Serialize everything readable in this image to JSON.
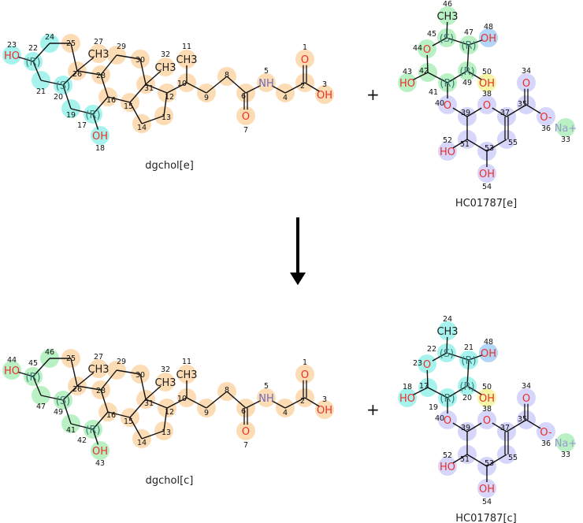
{
  "reaction": {
    "plus_sign": "+",
    "arrow": "reaction-arrow",
    "reactants": [
      "dgchol[e]",
      "HC01787[e]"
    ],
    "products": [
      "dgchol[c]",
      "HC01787[c]"
    ]
  },
  "palette": {
    "orange": "#fcdcb4",
    "cyan": "#a6f3ee",
    "green": "#b9f1c4",
    "lavender": "#d6d6fb",
    "blue": "#b3d6f7",
    "yellow": "#f6f6a8",
    "oxygen": "#e8302a",
    "nitrogen": "#6a6ab8",
    "sodium": "#9a9ad0",
    "stereo": "#3a7f7a"
  },
  "molecules": [
    {
      "name": "dgchol[e]",
      "template": "steroid",
      "atoms": [
        {
          "num": "23",
          "label": "HO",
          "color": "cyan"
        },
        {
          "num": "22",
          "stereo": "(R)",
          "color": "cyan"
        },
        {
          "num": "24",
          "color": "cyan"
        },
        {
          "num": "25",
          "color": "orange"
        },
        {
          "num": "26",
          "color": "orange"
        },
        {
          "num": "27",
          "label": "CH3",
          "color": "orange"
        },
        {
          "num": "28",
          "color": "orange"
        },
        {
          "num": "29",
          "color": "orange"
        },
        {
          "num": "30",
          "color": "orange"
        },
        {
          "num": "31",
          "color": "orange"
        },
        {
          "num": "32",
          "label": "CH3",
          "color": "orange"
        },
        {
          "num": "10",
          "color": "orange"
        },
        {
          "num": "11",
          "label": "CH3",
          "color": "orange"
        },
        {
          "num": "12",
          "color": "orange"
        },
        {
          "num": "13",
          "color": "orange"
        },
        {
          "num": "14",
          "color": "orange"
        },
        {
          "num": "15",
          "color": "orange"
        },
        {
          "num": "16",
          "color": "orange"
        },
        {
          "num": "17",
          "stereo": "(R)",
          "color": "cyan"
        },
        {
          "num": "18",
          "label": "OH",
          "color": "cyan"
        },
        {
          "num": "19",
          "color": "cyan"
        },
        {
          "num": "20",
          "stereo": "(S)",
          "color": "cyan"
        },
        {
          "num": "21",
          "color": "cyan"
        },
        {
          "num": "9",
          "color": "orange"
        },
        {
          "num": "8",
          "color": "orange"
        },
        {
          "num": "6",
          "color": "orange"
        },
        {
          "num": "7",
          "label": "O",
          "color": "orange"
        },
        {
          "num": "5",
          "label": "NH",
          "color": "orange"
        },
        {
          "num": "4",
          "color": "orange"
        },
        {
          "num": "2",
          "color": "orange"
        },
        {
          "num": "1",
          "label": "O",
          "color": "orange"
        },
        {
          "num": "3",
          "label": "OH",
          "color": "orange"
        }
      ]
    },
    {
      "name": "HC01787[e]",
      "template": "sugar",
      "atoms": [
        {
          "num": "46",
          "label": "CH3",
          "color": "green"
        },
        {
          "num": "45",
          "stereo": "(S)",
          "color": "green"
        },
        {
          "num": "47",
          "stereo": "(R)",
          "color": "green"
        },
        {
          "num": "48",
          "label": "OH",
          "color": "blue"
        },
        {
          "num": "49",
          "stereo": "(R)",
          "color": "green"
        },
        {
          "num": "50",
          "label": "OH",
          "color": "yellow"
        },
        {
          "num": "41",
          "stereo": "(R)",
          "color": "green"
        },
        {
          "num": "42",
          "color": "green"
        },
        {
          "num": "43",
          "label": "HO",
          "color": "green"
        },
        {
          "num": "44",
          "label": "O",
          "color": "green"
        },
        {
          "num": "40",
          "label": "O",
          "color": "lavender"
        },
        {
          "num": "39",
          "color": "lavender"
        },
        {
          "num": "38",
          "label": "O",
          "color": "lavender"
        },
        {
          "num": "37",
          "color": "lavender"
        },
        {
          "num": "35",
          "color": "lavender"
        },
        {
          "num": "34",
          "label": "O",
          "color": "lavender"
        },
        {
          "num": "36",
          "label": "O-",
          "color": "lavender"
        },
        {
          "num": "33",
          "label": "Na+",
          "color": "green"
        },
        {
          "num": "55",
          "color": "lavender"
        },
        {
          "num": "53",
          "color": "lavender"
        },
        {
          "num": "54",
          "label": "OH",
          "color": "lavender"
        },
        {
          "num": "51",
          "color": "lavender"
        },
        {
          "num": "52",
          "label": "HO",
          "color": "lavender"
        }
      ]
    },
    {
      "name": "dgchol[c]",
      "template": "steroid",
      "atoms": [
        {
          "num": "44",
          "label": "HO",
          "color": "green"
        },
        {
          "num": "45",
          "stereo": "(R)",
          "color": "green"
        },
        {
          "num": "46",
          "color": "green"
        },
        {
          "num": "25",
          "color": "orange"
        },
        {
          "num": "26",
          "color": "orange"
        },
        {
          "num": "27",
          "label": "CH3",
          "color": "orange"
        },
        {
          "num": "28",
          "color": "orange"
        },
        {
          "num": "29",
          "color": "orange"
        },
        {
          "num": "30",
          "color": "orange"
        },
        {
          "num": "31",
          "color": "orange"
        },
        {
          "num": "32",
          "label": "CH3",
          "color": "orange"
        },
        {
          "num": "10",
          "color": "orange"
        },
        {
          "num": "11",
          "label": "CH3",
          "color": "orange"
        },
        {
          "num": "12",
          "color": "orange"
        },
        {
          "num": "13",
          "color": "orange"
        },
        {
          "num": "14",
          "color": "orange"
        },
        {
          "num": "15",
          "color": "orange"
        },
        {
          "num": "16",
          "color": "orange"
        },
        {
          "num": "42",
          "stereo": "(R)",
          "color": "green"
        },
        {
          "num": "43",
          "label": "OH",
          "color": "green"
        },
        {
          "num": "41",
          "color": "green"
        },
        {
          "num": "49",
          "stereo": "(S)",
          "color": "green"
        },
        {
          "num": "47",
          "color": "green"
        },
        {
          "num": "9",
          "color": "orange"
        },
        {
          "num": "8",
          "color": "orange"
        },
        {
          "num": "6",
          "color": "orange"
        },
        {
          "num": "7",
          "label": "O",
          "color": "orange"
        },
        {
          "num": "5",
          "label": "NH",
          "color": "orange"
        },
        {
          "num": "4",
          "color": "orange"
        },
        {
          "num": "2",
          "color": "orange"
        },
        {
          "num": "1",
          "label": "O",
          "color": "orange"
        },
        {
          "num": "3",
          "label": "OH",
          "color": "orange"
        }
      ]
    },
    {
      "name": "HC01787[c]",
      "template": "sugar",
      "atoms": [
        {
          "num": "24",
          "label": "CH3",
          "color": "cyan"
        },
        {
          "num": "22",
          "stereo": "(S)",
          "color": "cyan"
        },
        {
          "num": "21",
          "stereo": "(R)",
          "color": "cyan"
        },
        {
          "num": "48",
          "label": "OH",
          "color": "blue"
        },
        {
          "num": "20",
          "stereo": "(R)",
          "color": "cyan"
        },
        {
          "num": "50",
          "label": "OH",
          "color": "yellow"
        },
        {
          "num": "19",
          "stereo": "(R)",
          "color": "cyan"
        },
        {
          "num": "17",
          "color": "cyan"
        },
        {
          "num": "18",
          "label": "HO",
          "color": "cyan"
        },
        {
          "num": "23",
          "label": "O",
          "color": "cyan"
        },
        {
          "num": "40",
          "label": "O",
          "color": "lavender"
        },
        {
          "num": "39",
          "color": "lavender"
        },
        {
          "num": "38",
          "label": "O",
          "color": "lavender"
        },
        {
          "num": "37",
          "color": "lavender"
        },
        {
          "num": "35",
          "color": "lavender"
        },
        {
          "num": "34",
          "label": "O",
          "color": "lavender"
        },
        {
          "num": "36",
          "label": "O-",
          "color": "lavender"
        },
        {
          "num": "33",
          "label": "Na+",
          "color": "green"
        },
        {
          "num": "55",
          "color": "lavender"
        },
        {
          "num": "53",
          "color": "lavender"
        },
        {
          "num": "54",
          "label": "OH",
          "color": "lavender"
        },
        {
          "num": "51",
          "color": "lavender"
        },
        {
          "num": "52",
          "label": "HO",
          "color": "lavender"
        }
      ]
    }
  ]
}
